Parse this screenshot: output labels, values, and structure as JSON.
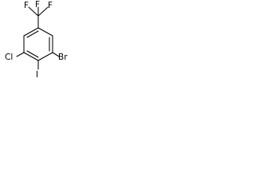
{
  "molecule": {
    "atoms": {
      "cf3_f_left": "F",
      "cf3_f_top": "F",
      "cf3_f_right": "F",
      "chlorine": "Cl",
      "bromine": "Br",
      "iodine": "I"
    },
    "colors": {
      "bond": "#000000",
      "label": "#000000",
      "background": "#ffffff"
    }
  }
}
